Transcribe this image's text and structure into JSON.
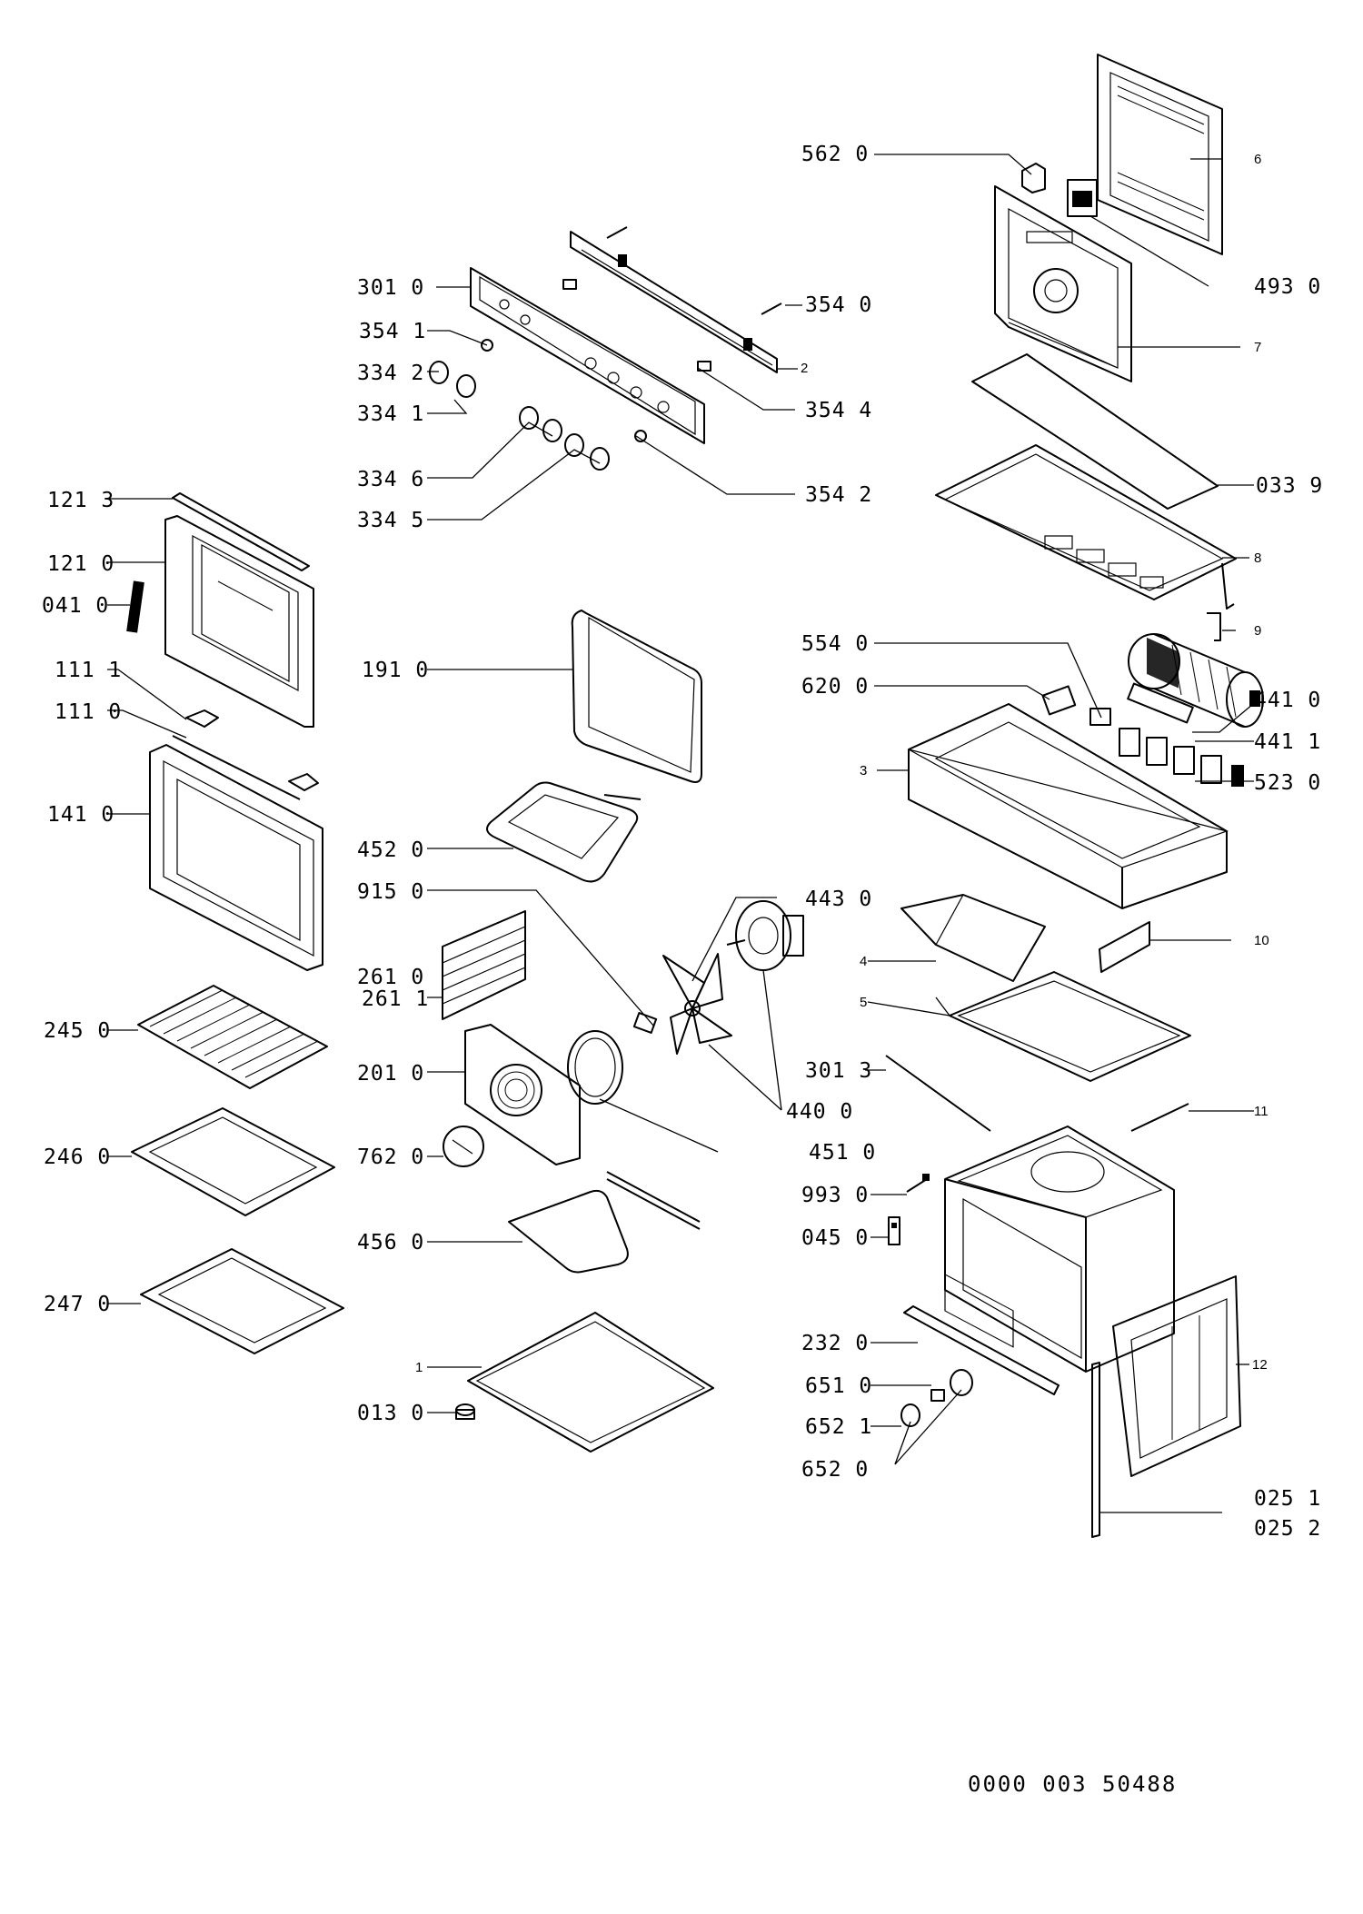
{
  "codes": {
    "c_562_0": "562 0",
    "c_493_0": "493 0",
    "c_301_0": "301 0",
    "c_354_0": "354 0",
    "c_354_1": "354 1",
    "c_334_2": "334 2",
    "c_334_1": "334 1",
    "c_354_4": "354 4",
    "c_334_6": "334 6",
    "c_354_2": "354 2",
    "c_334_5": "334 5",
    "c_033_9": "033 9",
    "c_121_3": "121 3",
    "c_121_0": "121 0",
    "c_041_0": "041 0",
    "c_111_1": "111 1",
    "c_111_0": "111 0",
    "c_141_0": "141 0",
    "c_191_0": "191 0",
    "c_554_0": "554 0",
    "c_620_0": "620 0",
    "c_441_0": "441 0",
    "c_441_1": "441 1",
    "c_523_0": "523 0",
    "c_452_0": "452 0",
    "c_915_0": "915 0",
    "c_443_0": "443 0",
    "c_261_0": "261 0",
    "c_261_1": "261 1",
    "c_245_0": "245 0",
    "c_201_0": "201 0",
    "c_301_3": "301 3",
    "c_440_0": "440 0",
    "c_246_0": "246 0",
    "c_762_0": "762 0",
    "c_451_0": "451 0",
    "c_993_0": "993 0",
    "c_456_0": "456 0",
    "c_045_0": "045 0",
    "c_247_0": "247 0",
    "c_232_0": "232 0",
    "c_651_0": "651 0",
    "c_013_0": "013 0",
    "c_652_1": "652 1",
    "c_652_0": "652 0",
    "c_025_1": "025 1",
    "c_025_2": "025 2"
  },
  "item_numbers": {
    "n1": "1",
    "n2": "2",
    "n3": "3",
    "n4": "4",
    "n5": "5",
    "n6": "6",
    "n7": "7",
    "n8": "8",
    "n9": "9",
    "n10": "10",
    "n11": "11",
    "n12": "12"
  },
  "document_ref": "0000 003 50488"
}
